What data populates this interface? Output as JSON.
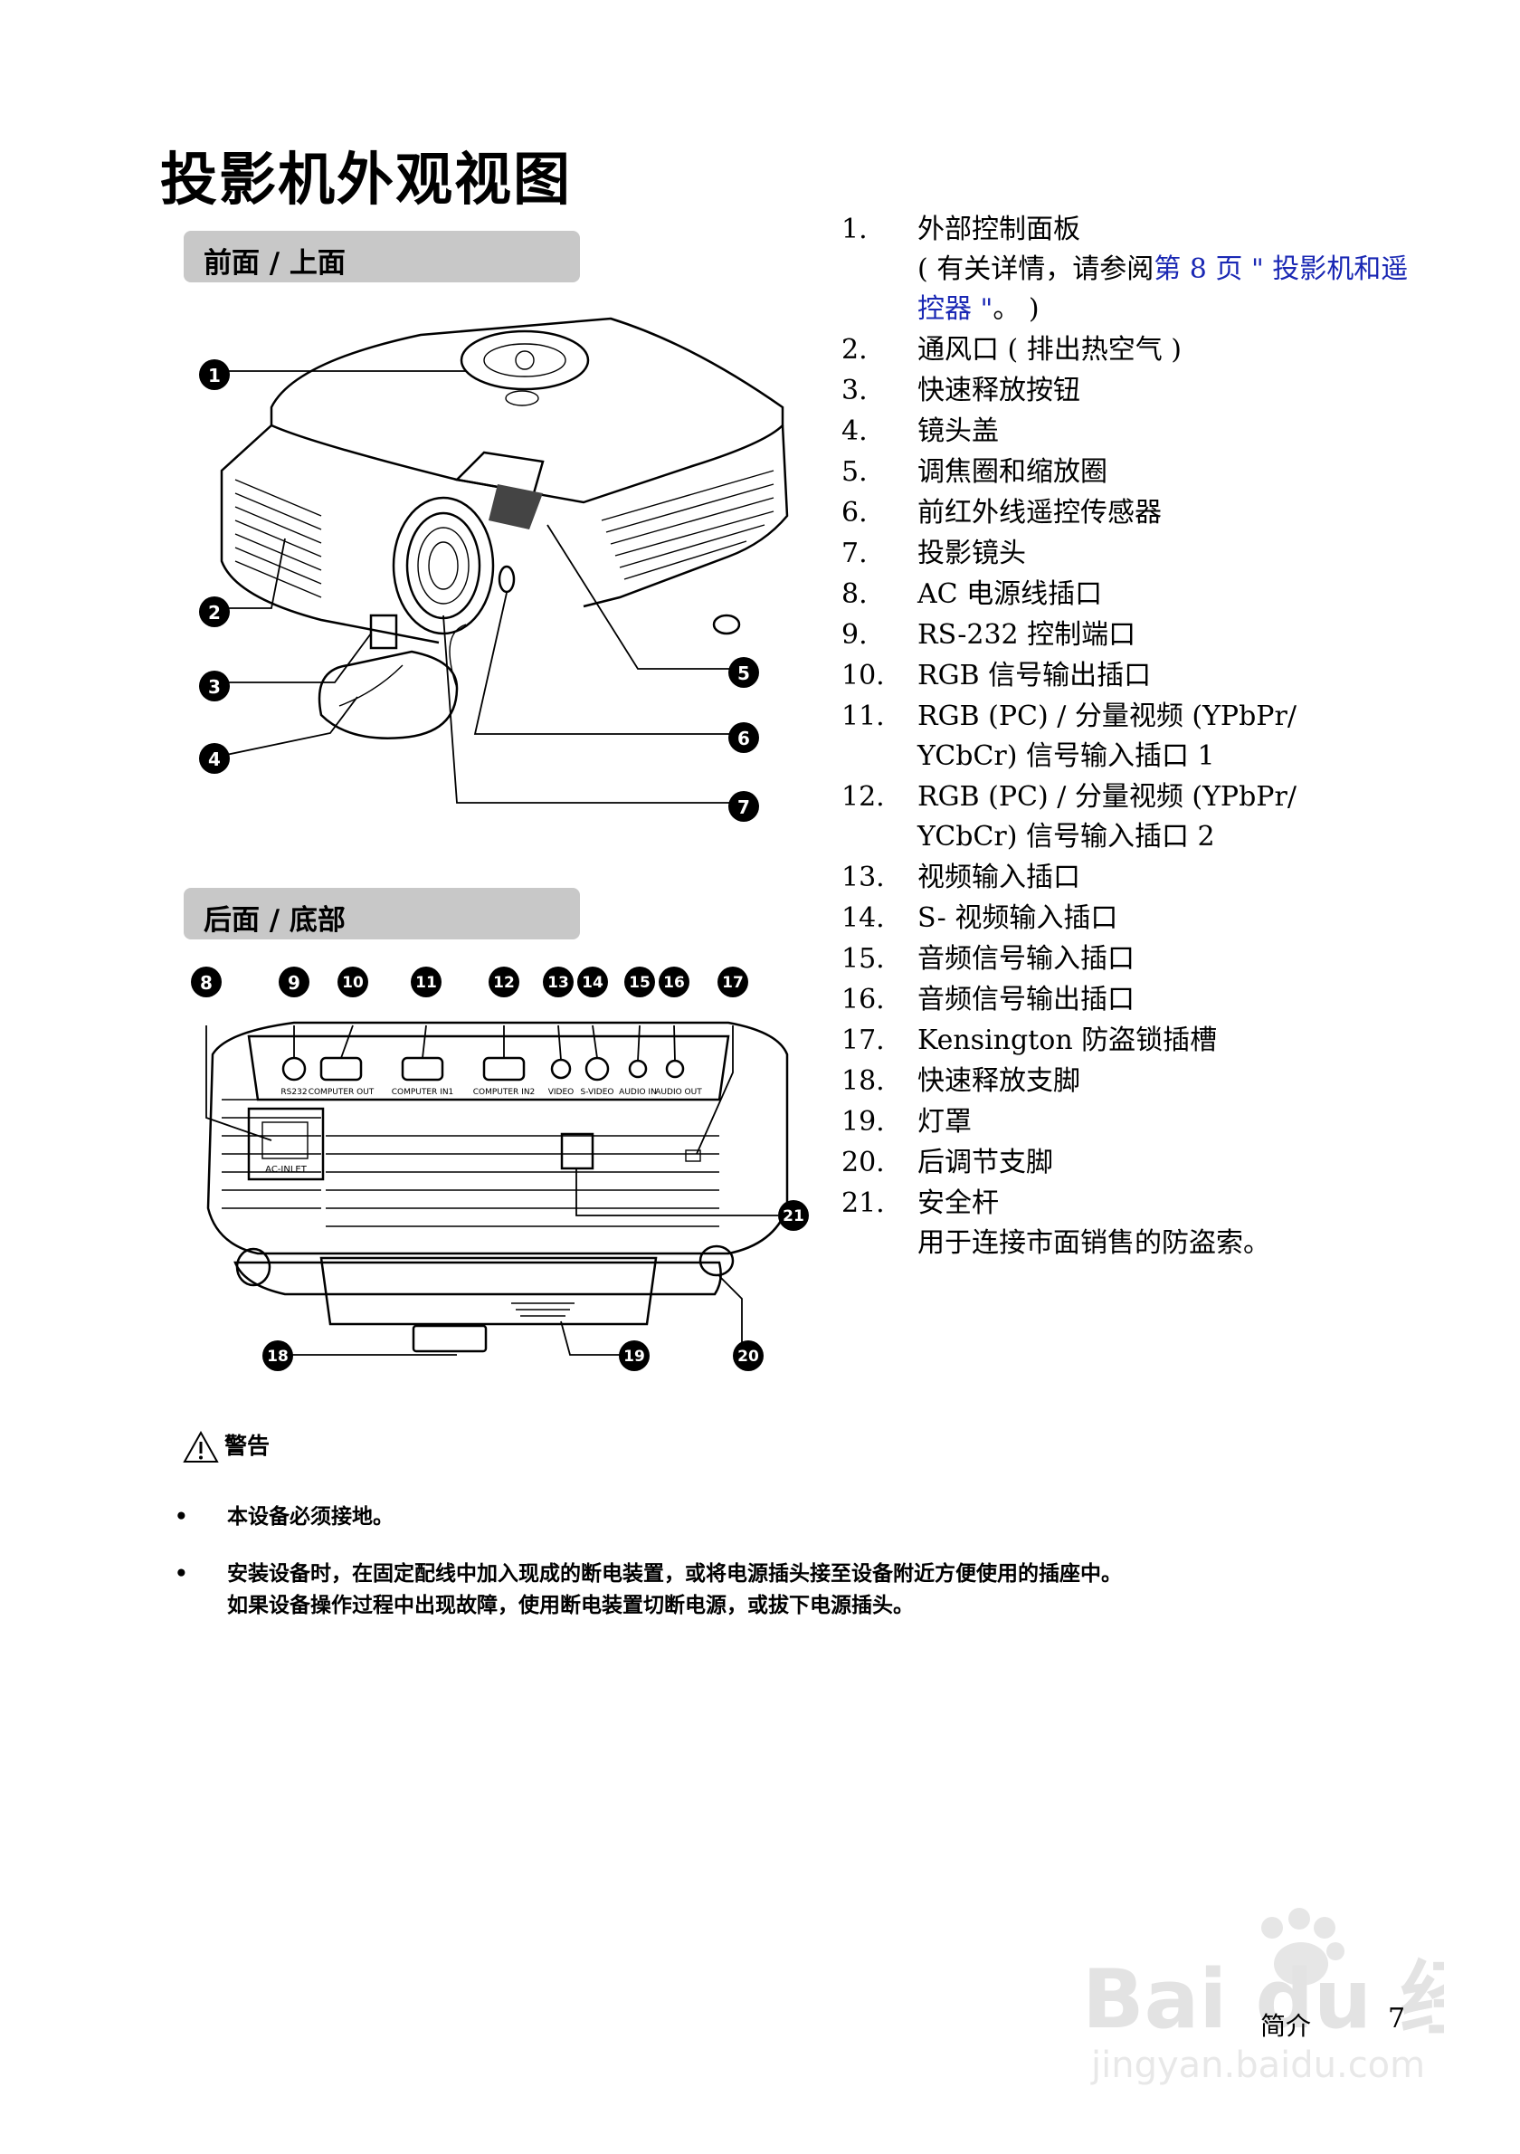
{
  "title": "投影机外观视图",
  "sections": {
    "front": "前面 / 上面",
    "rear": "后面 / 底部"
  },
  "front_callouts": [
    "1",
    "2",
    "3",
    "4",
    "5",
    "6",
    "7"
  ],
  "rear_callouts": [
    "8",
    "9",
    "10",
    "11",
    "12",
    "13",
    "14",
    "15",
    "16",
    "17",
    "18",
    "19",
    "20",
    "21"
  ],
  "rear_panel_labels": {
    "rs232": "RS232",
    "computer_out": "COMPUTER OUT",
    "computer_in1": "COMPUTER IN1",
    "computer_in2": "COMPUTER IN2",
    "video": "VIDEO",
    "s_video": "S-VIDEO",
    "audio_in": "AUDIO IN",
    "audio_out": "AUDIO OUT",
    "ac_inlet": "AC-INLET"
  },
  "parts": [
    {
      "num": "1.",
      "text": "外部控制面板",
      "note_prefix": "( 有关详情，请参阅",
      "note_link": "第 8 页 \" 投影机和遥控器 \"",
      "note_suffix": "。 )"
    },
    {
      "num": "2.",
      "text": "通风口 ( 排出热空气 )"
    },
    {
      "num": "3.",
      "text": "快速释放按钮"
    },
    {
      "num": "4.",
      "text": "镜头盖"
    },
    {
      "num": "5.",
      "text": "调焦圈和缩放圈"
    },
    {
      "num": "6.",
      "text": "前红外线遥控传感器"
    },
    {
      "num": "7.",
      "text": "投影镜头"
    },
    {
      "num": "8.",
      "text": "AC 电源线插口"
    },
    {
      "num": "9.",
      "text": "RS-232 控制端口"
    },
    {
      "num": "10.",
      "text": "RGB 信号输出插口"
    },
    {
      "num": "11.",
      "text": "RGB (PC) / 分量视频 (YPbPr/",
      "text2": "YCbCr) 信号输入插口 1"
    },
    {
      "num": "12.",
      "text": "RGB (PC) / 分量视频 (YPbPr/",
      "text2": "YCbCr) 信号输入插口 2"
    },
    {
      "num": "13.",
      "text": "视频输入插口"
    },
    {
      "num": "14.",
      "text": "S- 视频输入插口"
    },
    {
      "num": "15.",
      "text": "音频信号输入插口"
    },
    {
      "num": "16.",
      "text": "音频信号输出插口"
    },
    {
      "num": "17.",
      "text": "Kensington 防盗锁插槽"
    },
    {
      "num": "18.",
      "text": "快速释放支脚"
    },
    {
      "num": "19.",
      "text": "灯罩"
    },
    {
      "num": "20.",
      "text": "后调节支脚"
    },
    {
      "num": "21.",
      "text": "安全杆",
      "text2": "用于连接市面销售的防盗索。"
    }
  ],
  "warning": {
    "heading": "警告",
    "bullet": "•",
    "items": [
      {
        "line1": "本设备必须接地。"
      },
      {
        "line1": "安装设备时，在固定配线中加入现成的断电装置，或将电源插头接至设备附近方便使用的插座中。",
        "line2": "如果设备操作过程中出现故障，使用断电装置切断电源，或拔下电源插头。"
      }
    ]
  },
  "footer": {
    "section": "简介",
    "page": "7"
  },
  "watermark": {
    "brand": "Bai du 经验",
    "url": "jingyan.baidu.com"
  }
}
